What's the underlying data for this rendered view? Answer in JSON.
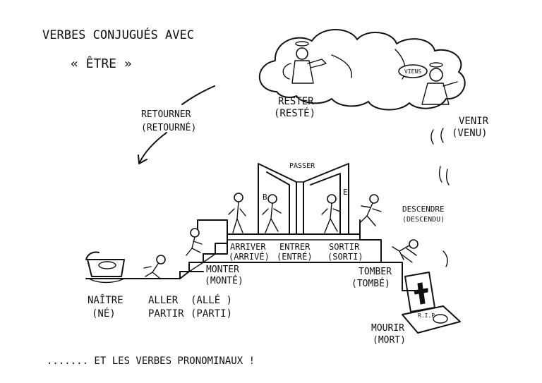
{
  "title": {
    "line1": "VERBES CONJUGUÉS AVEC",
    "line2": "« ÊTRE »"
  },
  "verbs": {
    "rester": {
      "infinitive": "RESTER",
      "participle": "(RESTÉ)"
    },
    "venir": {
      "infinitive": "VENIR",
      "participle": "(VENU)"
    },
    "retourner": {
      "infinitive": "RETOURNER",
      "participle": "(RETOURNÉ)"
    },
    "passer": {
      "infinitive": "PASSER"
    },
    "arriver": {
      "infinitive": "ARRIVER",
      "participle": "(ARRIVÉ)"
    },
    "entrer": {
      "infinitive": "ENTRER",
      "participle": "(ENTRÉ)"
    },
    "sortir": {
      "infinitive": "SORTIR",
      "participle": "(SORTI)"
    },
    "descendre": {
      "infinitive": "DESCENDRE",
      "participle": "(DESCENDU)"
    },
    "monter": {
      "infinitive": "MONTER",
      "participle": "(MONTÉ)"
    },
    "tomber": {
      "infinitive": "TOMBER",
      "participle": "(TOMBÉ)"
    },
    "naitre": {
      "infinitive": "NAÎTRE",
      "participle": "(NÉ)"
    },
    "aller": {
      "infinitive": "ALLER",
      "participle": "(ALLÉ )"
    },
    "partir": {
      "infinitive": "PARTIR",
      "participle": "(PARTI)"
    },
    "mourir": {
      "infinitive": "MOURIR",
      "participle": "(MORT)"
    }
  },
  "bubble_text": "VIENS",
  "door_letters": {
    "left": "B",
    "right": "E"
  },
  "grave_text": "R.I.P",
  "footer": "....... ET LES VERBES PRONOMINAUX !"
}
